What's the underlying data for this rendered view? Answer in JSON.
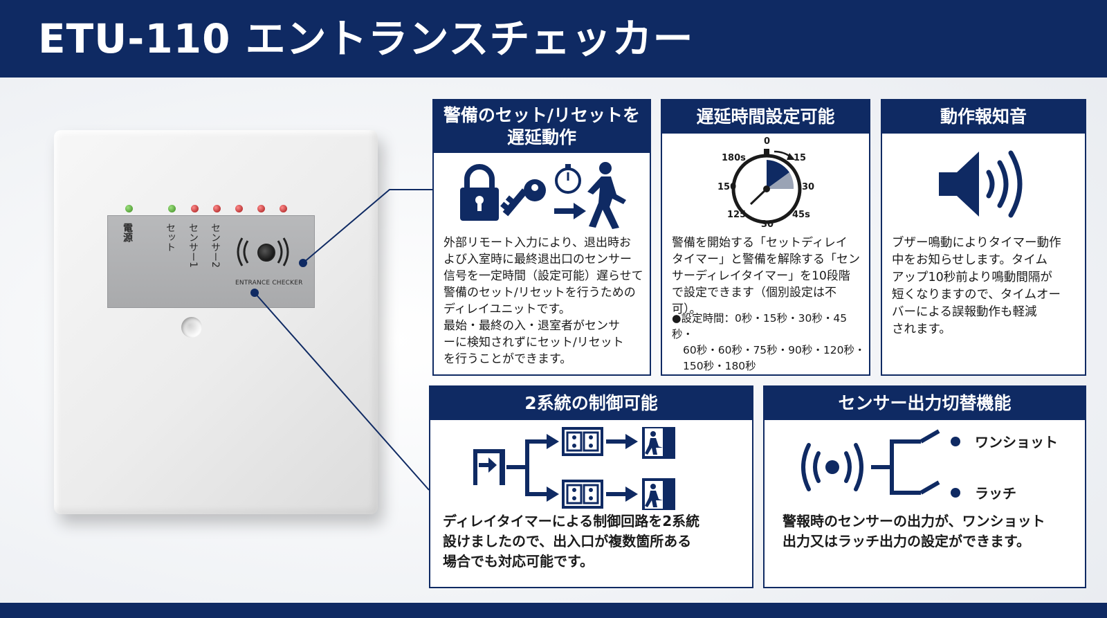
{
  "header": {
    "title": "ETU-110 エントランスチェッカー"
  },
  "device": {
    "labels": [
      "電源",
      "セット",
      "センサー1",
      "センサー2"
    ],
    "panel_text": "ENTRANCE CHECKER"
  },
  "cards": {
    "delay_set": {
      "title_line1": "警備のセット/リセットを",
      "title_line2": "遅延動作",
      "body": [
        "外部リモート入力により、退出時お",
        "よび入室時に最終退出口のセンサー",
        "信号を一定時間（設定可能）遅らせて",
        "警備のセット/リセットを行うための",
        "ディレイユニットです。",
        "最始・最終の入・退室者がセンサ",
        "ーに検知されずにセット/リセット",
        "を行うことができます。"
      ]
    },
    "delay_time": {
      "title": "遅延時間設定可能",
      "clock_labels": [
        "0",
        "15",
        "30",
        "45s",
        "30",
        "125",
        "150",
        "180s"
      ],
      "body": [
        "警備を開始する「セットディレイ",
        "タイマー」と警備を解除する「セン",
        "サーディレイタイマー」を10段階",
        "で設定できます（個別設定は不可）。"
      ],
      "settings": [
        "●設定時間：0秒・15秒・30秒・45秒・",
        "60秒・60秒・75秒・90秒・120秒・",
        "150秒・180秒"
      ]
    },
    "buzzer": {
      "title": "動作報知音",
      "body": [
        "ブザー鳴動によりタイマー動作",
        "中をお知らせします。タイム",
        "アップ10秒前より鳴動間隔が",
        "短くなりますので、タイムオー",
        "バーによる誤報動作も軽減",
        "されます。"
      ]
    },
    "dual_control": {
      "title": "2系統の制御可能",
      "body": [
        "ディレイタイマーによる制御回路を2系統",
        "設けましたので、出入口が複数箇所ある",
        "場合でも対応可能です。"
      ]
    },
    "sensor_output": {
      "title": "センサー出力切替機能",
      "option_one_shot": "ワンショット",
      "option_latch": "ラッチ",
      "body": [
        "警報時のセンサーの出力が、ワンショット",
        "出力又はラッチ出力の設定ができます。"
      ]
    }
  },
  "colors": {
    "navy": "#0f2a63",
    "led_green": "#3a8a1e",
    "led_red": "#a11515"
  }
}
